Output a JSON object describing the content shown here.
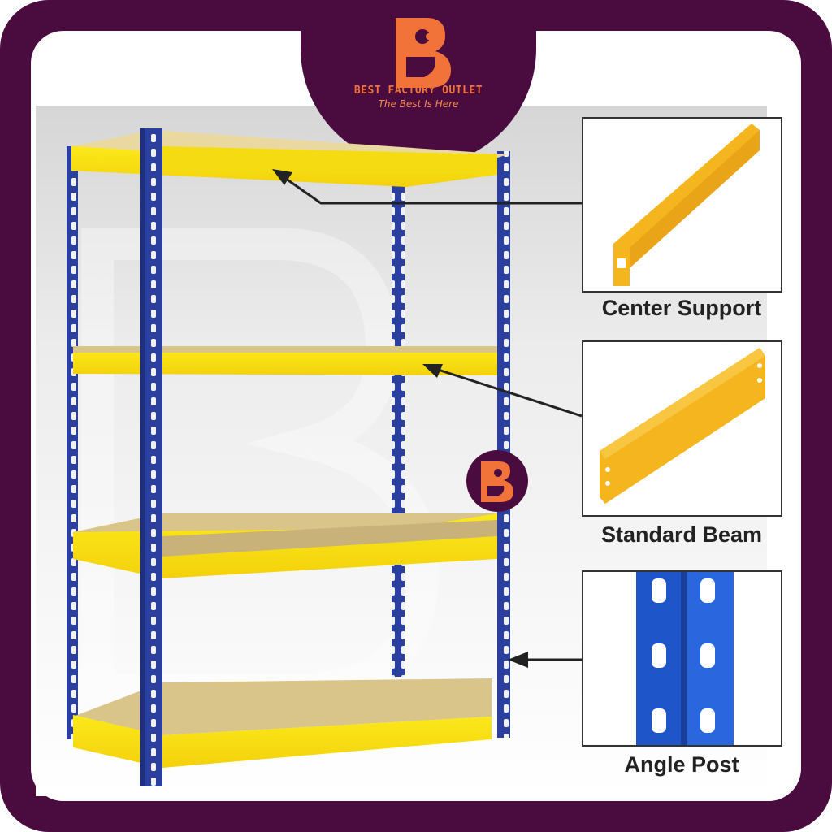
{
  "brand": {
    "name": "BEST FACTORY OUTLET",
    "tagline": "The Best Is Here",
    "logo_icon": "b-letter-logo-icon"
  },
  "components": [
    {
      "label": "Center Support",
      "icon": "center-support-icon"
    },
    {
      "label": "Standard Beam",
      "icon": "standard-beam-icon"
    },
    {
      "label": "Angle Post",
      "icon": "angle-post-icon"
    }
  ],
  "colors": {
    "frame": "#4a0b3f",
    "post_blue": "#2a3f9e",
    "beam_yellow": "#f7e414",
    "board": "#d9c48a",
    "accent": "#f2733a"
  }
}
